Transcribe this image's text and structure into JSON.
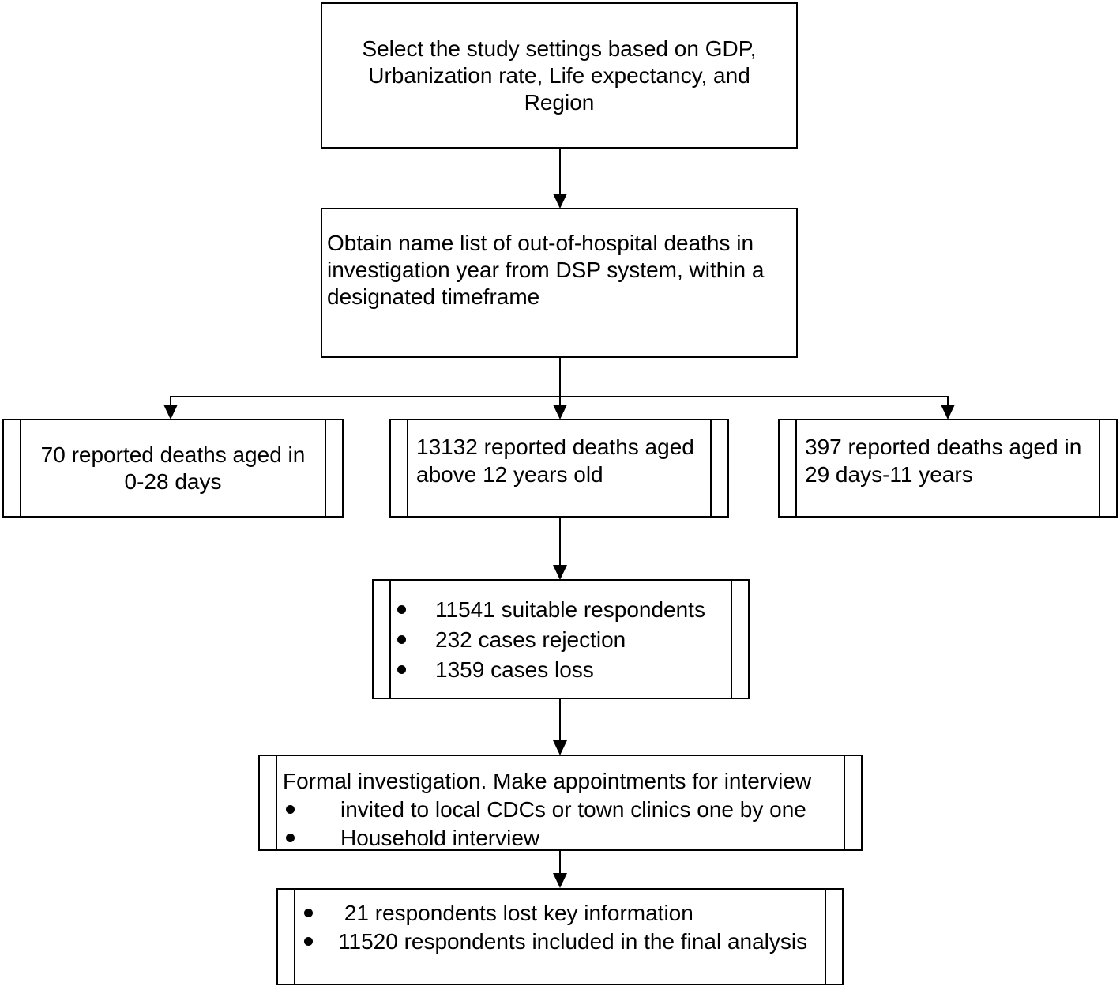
{
  "colors": {
    "background": "#ffffff",
    "border": "#000000",
    "text": "#000000",
    "connector": "#000000"
  },
  "boxes": {
    "select_settings": {
      "text": "Select the study settings based on GDP, Urbanization rate, Life expectancy, and Region"
    },
    "obtain_list": {
      "text": "Obtain name list of out-of-hospital deaths in investigation year from DSP system, within a designated timeframe"
    },
    "deaths_0_28_days": {
      "text": "70 reported deaths aged in 0-28 days"
    },
    "deaths_above_12_years": {
      "text": "13132 reported deaths aged above 12 years old"
    },
    "deaths_29days_11years": {
      "text": "397 reported deaths aged in 29 days-11 years"
    },
    "screening": {
      "bullets": [
        "11541 suitable respondents",
        "232 cases rejection",
        "1359 cases loss"
      ]
    },
    "formal_investigation": {
      "title": "Formal investigation. Make appointments for interview",
      "bullets": [
        "invited to local CDCs or town clinics one by one",
        "Household interview"
      ]
    },
    "final_analysis": {
      "bullets": [
        " 21 respondents lost key information",
        "11520 respondents included in the final analysis"
      ]
    }
  }
}
